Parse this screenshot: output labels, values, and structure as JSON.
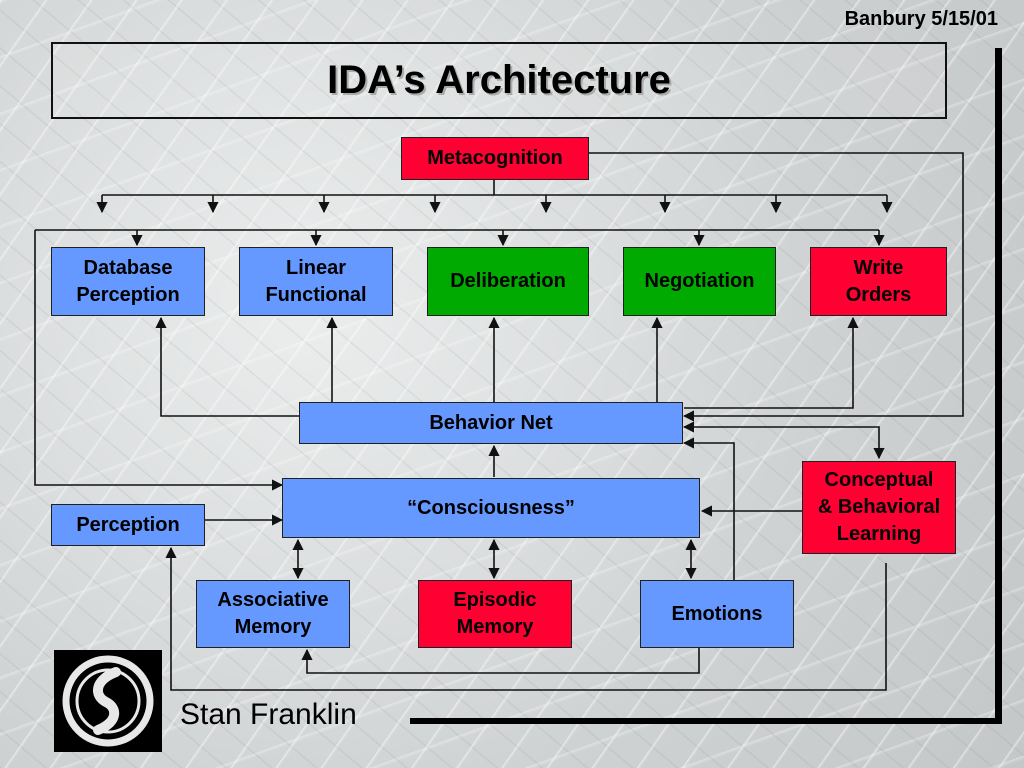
{
  "header": {
    "date": "Banbury 5/15/01",
    "title": "IDA’s Architecture"
  },
  "footer": {
    "author": "Stan Franklin"
  },
  "colors": {
    "module_blue": "#6699ff",
    "module_green": "#00aa00",
    "module_red": "#ff0033",
    "line": "#202020"
  },
  "modules": {
    "metacognition": "Metacognition",
    "database_perception": [
      "Database",
      "Perception"
    ],
    "linear_functional": [
      "Linear",
      "Functional"
    ],
    "deliberation": "Deliberation",
    "negotiation": "Negotiation",
    "write_orders": [
      "Write",
      "Orders"
    ],
    "behavior_net": "Behavior Net",
    "consciousness": "“Consciousness”",
    "perception": "Perception",
    "conceptual_learning": [
      "Conceptual",
      "& Behavioral",
      "Learning"
    ],
    "associative_memory": [
      "Associative",
      "Memory"
    ],
    "episodic_memory": [
      "Episodic",
      "Memory"
    ],
    "emotions": "Emotions"
  },
  "logo_icon": "memphis-logo-icon"
}
